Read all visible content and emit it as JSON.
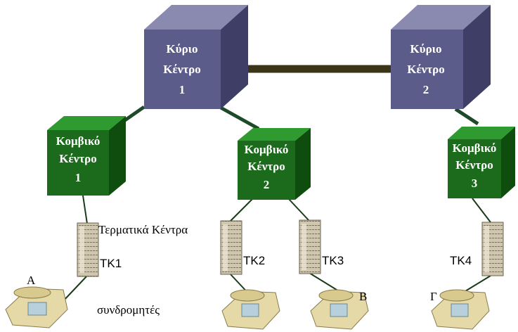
{
  "colors": {
    "main_front": "#5c5c8a",
    "main_top": "#8a8ab0",
    "main_side": "#3e3e66",
    "switch_front": "#1c6b1c",
    "switch_top": "#2f9a2f",
    "switch_side": "#0f4d0f",
    "trunk_line": "#3b3417",
    "link_line": "#1f4a2a"
  },
  "main_centers": [
    {
      "line1": "Κύριο",
      "line2": "Κέντρο",
      "line3": "1"
    },
    {
      "line1": "Κύριο",
      "line2": "Κέντρο",
      "line3": "2"
    }
  ],
  "switch_centers": [
    {
      "line1": "Κομβικό",
      "line2": "Κέντρο",
      "line3": "1"
    },
    {
      "line1": "Κομβικό",
      "line2": "Κέντρο",
      "line3": "2"
    },
    {
      "line1": "Κομβικό",
      "line2": "Κέντρο",
      "line3": "3"
    }
  ],
  "terminal_centers_label": "Τερματικά Κέντρα",
  "terminals": [
    "ΤΚ1",
    "ΤΚ2",
    "ΤΚ3",
    "ΤΚ4"
  ],
  "subscribers_label": "συνδρομητές",
  "subscribers": [
    "Α",
    "Β",
    "Γ"
  ],
  "icons": {
    "terminal": "telephone-exchange-rack-icon",
    "phone": "desk-telephone-icon"
  }
}
